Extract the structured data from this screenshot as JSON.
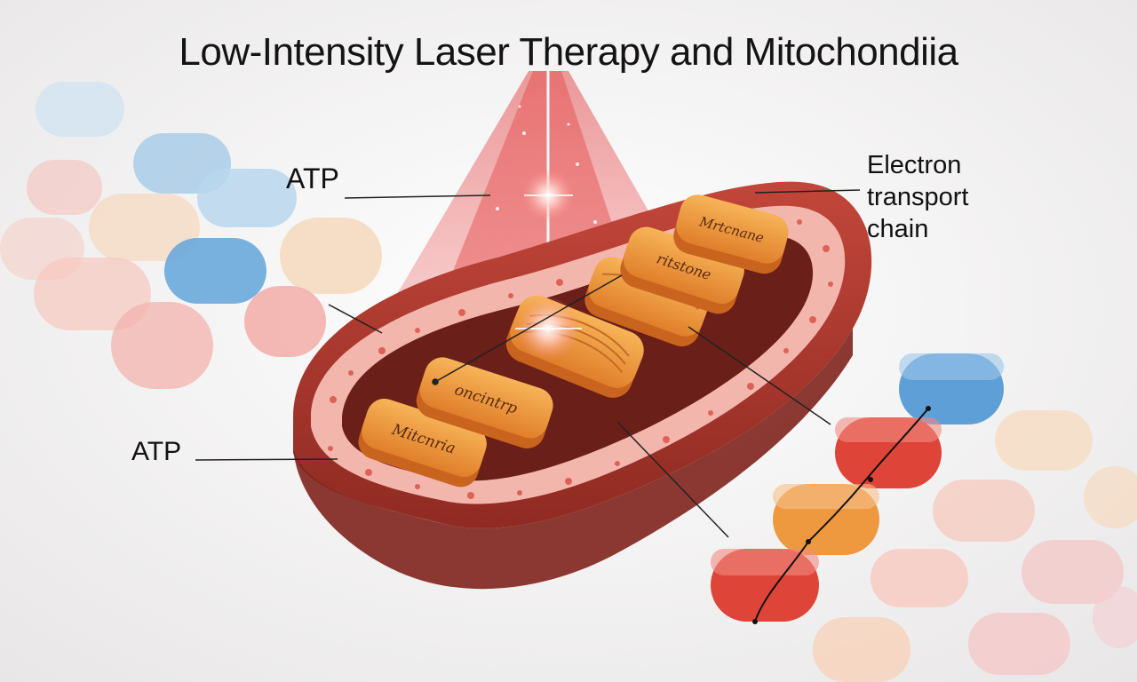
{
  "title": "Low-Intensity Laser Therapy and Mitochondiia",
  "labels": {
    "atp_top": "ATP",
    "atp_bottom": "ATP",
    "electron_transport_chain": "Electron\ntransport\nchain"
  },
  "crista_labels": [
    "Mitcnria",
    "oncintrp",
    "",
    "ritstone",
    "Mrtcnane"
  ],
  "colors": {
    "background": "#f2f1f1",
    "laser": "#e23b3b",
    "membrane_outer": "#b83a2e",
    "membrane_inner": "#f3b6ad",
    "cristae": "#f2a14a",
    "capsule_blue": "#6aa8dc",
    "capsule_red": "#e0463e",
    "capsule_orange": "#ee9840",
    "capsule_peach": "#f6d3b1",
    "capsule_pink": "#f3b1ad"
  }
}
